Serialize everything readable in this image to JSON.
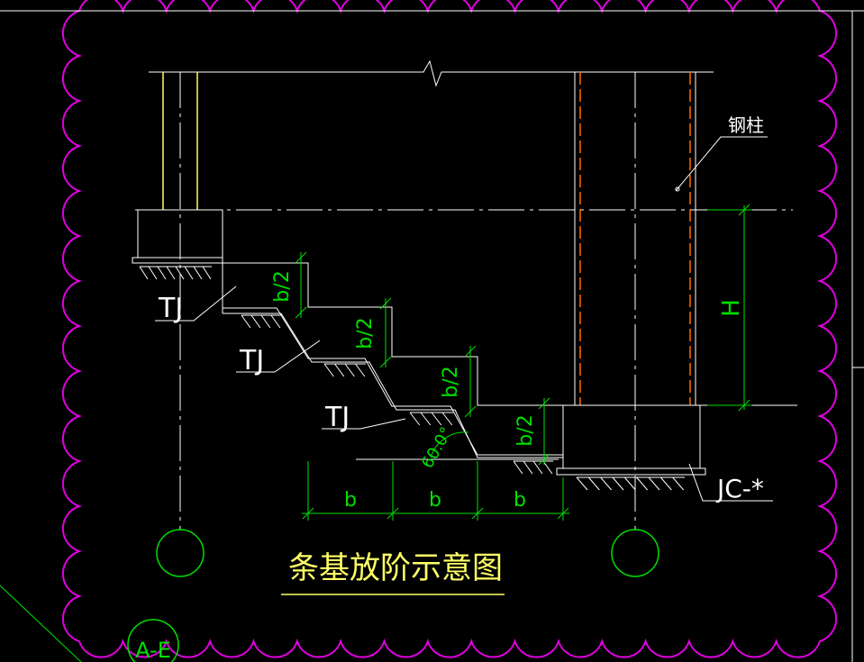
{
  "diagram": {
    "title": "条基放阶示意图",
    "labels": {
      "steel_column": "钢柱",
      "height": "H",
      "footing_right": "JC-*",
      "footing_left": "TJ",
      "half_step": "b/2",
      "step_width": "b",
      "angle": "60.0°",
      "grid_tag": "A-E"
    },
    "colors": {
      "background": "#000000",
      "cloud_border": "#e000e0",
      "lines": "#ffffff",
      "dimensions": "#00e000",
      "column_outline": "#ffff66",
      "column_dashed": "#ff6a00",
      "title_text": "#ffff66",
      "hatch": "#ffffff"
    }
  }
}
